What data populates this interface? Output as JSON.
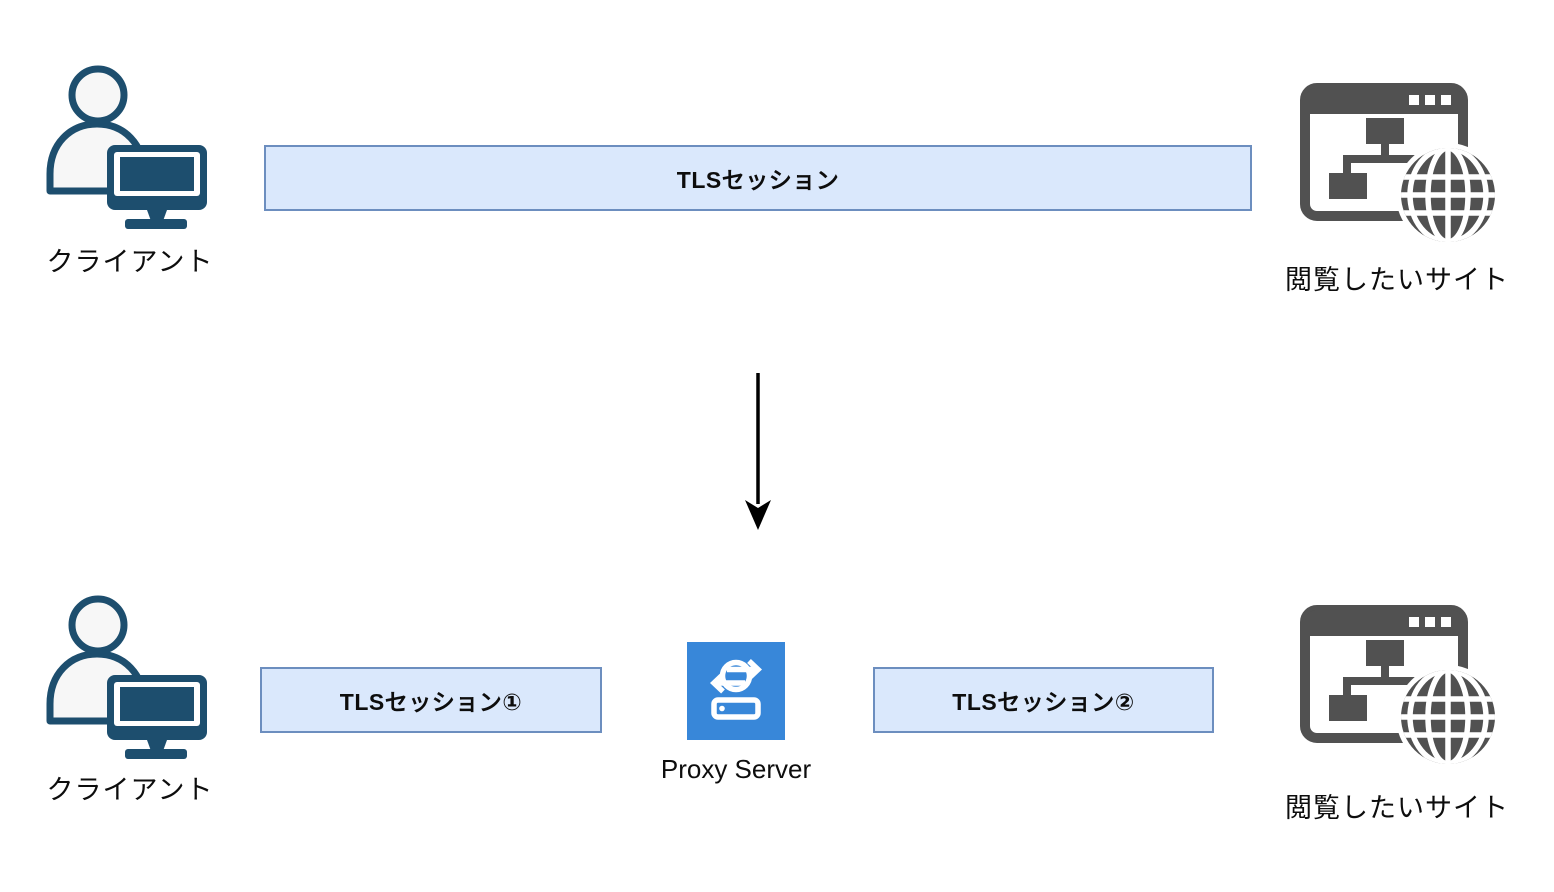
{
  "colors": {
    "session_fill": "#dae8fc",
    "session_border": "#6c8ebf",
    "client_blue": "#1d4e6e",
    "client_fill": "#f7f7f7",
    "site_gray": "#515151",
    "proxy_blue": "#3887d9",
    "arrow_black": "#000000"
  },
  "before": {
    "client": {
      "label": "クライアント",
      "icon": "user-with-monitor-icon"
    },
    "tls_session": {
      "label": "TLSセッション"
    },
    "site": {
      "label": "閲覧したいサイト",
      "icon": "browser-globe-icon"
    }
  },
  "transition": {
    "icon": "down-arrow-icon"
  },
  "after": {
    "client": {
      "label": "クライアント",
      "icon": "user-with-monitor-icon"
    },
    "tls_session_1": {
      "label": "TLSセッション①"
    },
    "proxy": {
      "label": "Proxy Server",
      "icon": "proxy-server-icon"
    },
    "tls_session_2": {
      "label": "TLSセッション②"
    },
    "site": {
      "label": "閲覧したいサイト",
      "icon": "browser-globe-icon"
    }
  }
}
